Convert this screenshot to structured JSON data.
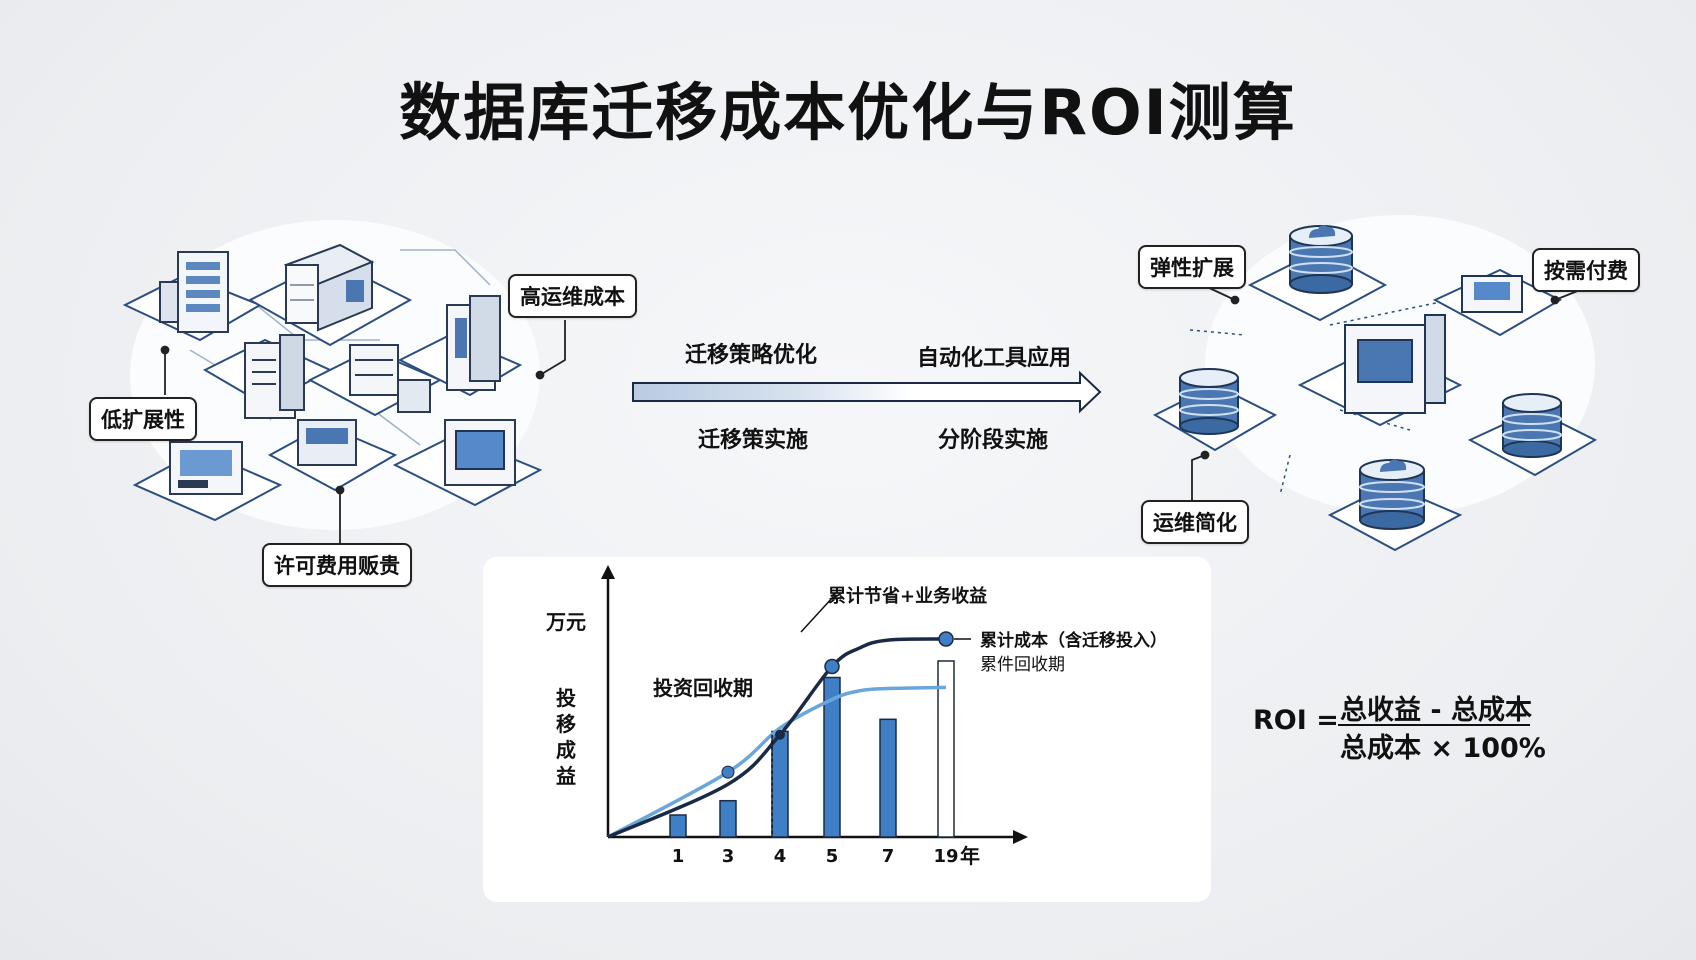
{
  "title": "数据库迁移成本优化与ROI测算",
  "legacy": {
    "callouts": {
      "high_ops_cost": "高运维成本",
      "low_scalability": "低扩展性",
      "license_cost": "许可费用贩贵"
    }
  },
  "cloud": {
    "callouts": {
      "elastic": "弹性扩展",
      "pay_as_you_go": "按需付费",
      "ops_simplified": "运维简化"
    }
  },
  "migration_arrow": {
    "top_left": "迁移策略优化",
    "top_right": "自动化工具应用",
    "bottom_left": "迁移策实施",
    "bottom_right": "分阶段实施"
  },
  "chart_data": {
    "type": "bar",
    "ylabel_unit": "万元",
    "ylabel": "投移成益",
    "categories": [
      "1",
      "3",
      "4",
      "5",
      "7",
      "19"
    ],
    "x_unit": "年",
    "values": [
      2.0,
      3.3,
      9.6,
      14.5,
      10.7,
      16.0
    ],
    "lines": [
      {
        "name": "累计成本（含迁移投入）",
        "x": [
          0,
          3,
          4,
          5,
          6,
          7,
          19
        ],
        "y": [
          0,
          4.8,
          9.3,
          15.5,
          17.2,
          17.9,
          18.0
        ]
      },
      {
        "name": "累计节省+业务收益",
        "x": [
          0,
          3,
          4,
          5,
          6,
          7,
          19
        ],
        "y": [
          0,
          5.9,
          9.9,
          12.5,
          13.3,
          13.5,
          13.6
        ]
      }
    ],
    "annotations": {
      "payback": "投资回收期",
      "top_label": "累计节省+业务收益",
      "cost_line_label": "累计成本（含迁移投入）",
      "cost_line_sub": "累件回收期"
    },
    "colors": {
      "bar": "#3f7fc6",
      "bar_last": "#ffffff",
      "line_dark": "#1b2a44",
      "line_light": "#6aa6dc"
    }
  },
  "formula": {
    "lhs": "ROI =",
    "numerator": "总收益 - 总成本",
    "denominator": "总成本 × 100%"
  }
}
